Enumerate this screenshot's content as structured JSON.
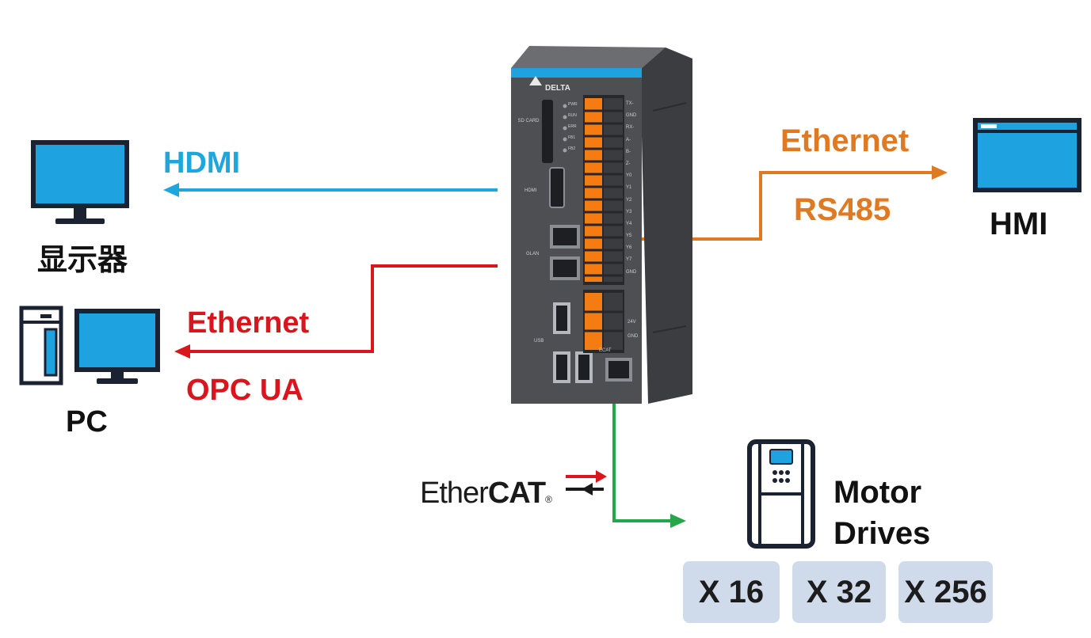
{
  "colors": {
    "hdmi": "#1ea7dd",
    "pc_link": "#d9161d",
    "hmi_link": "#e07a22",
    "ethercat_link": "#26a64a",
    "icon_blue": "#1fa2e0",
    "icon_dark": "#1b2232",
    "chip_bg": "#cfdaea",
    "device_body": "#4d4f53",
    "terminal": "#f57c12"
  },
  "links": {
    "hdmi": "HDMI",
    "pc_ethernet": "Ethernet",
    "pc_protocol": "OPC UA",
    "hmi_ethernet": "Ethernet",
    "hmi_protocol": "RS485",
    "ethercat_prefix": "Ether",
    "ethercat_suffix": "CAT",
    "ethercat_mark": "®"
  },
  "devices": {
    "monitor": "显示器",
    "pc": "PC",
    "hmi": "HMI",
    "motor_line1": "Motor",
    "motor_line2": "Drives"
  },
  "controller": {
    "brand": "DELTA",
    "sd_card": "SD CARD",
    "hdmi_port": "HDMI",
    "glan": "GLAN",
    "usb": "USB",
    "ecat": "ECAT",
    "led_labels": [
      "PWR",
      "RUN",
      "ERR",
      "FB1",
      "FB2"
    ],
    "terminal_labels": [
      "TX-",
      "GND",
      "RX-",
      "A-",
      "B-",
      "Z-",
      "Y0",
      "Y1",
      "Y2",
      "Y3",
      "Y4",
      "Y5",
      "Y6",
      "Y7",
      "GND"
    ],
    "power_labels": [
      "24V",
      "GND"
    ]
  },
  "multipliers": [
    "X 16",
    "X 32",
    "X 256"
  ]
}
